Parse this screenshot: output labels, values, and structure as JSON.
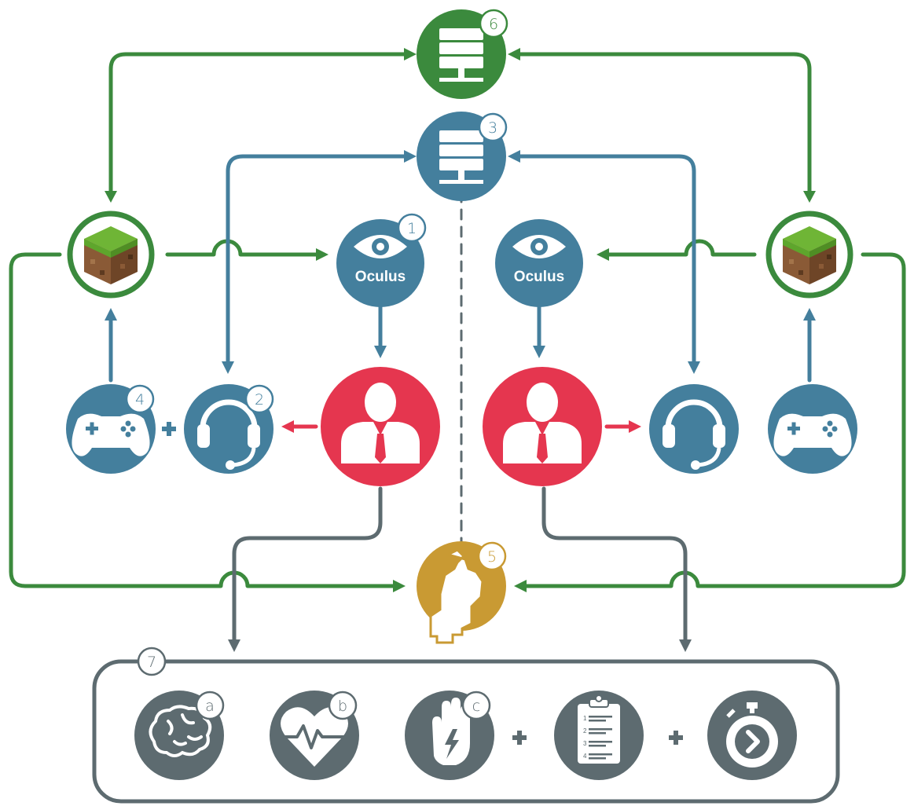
{
  "colors": {
    "blue": "#447f9d",
    "green": "#3b8a3d",
    "red": "#e5364f",
    "gold": "#c99a33",
    "gray": "#5d6b70"
  },
  "badges": {
    "oculus": "1",
    "headset": "2",
    "voice_server": "3",
    "controller": "4",
    "minecraft_recorder": "5",
    "game_server": "6",
    "measurements": "7",
    "eeg": "a",
    "heart_rate": "b",
    "gsr": "c"
  },
  "labels": {
    "oculus_left": "Oculus",
    "oculus_right": "Oculus"
  },
  "list_numbers": [
    "1",
    "2",
    "3",
    "4"
  ],
  "icons": {
    "game_server": "server-icon",
    "voice_server": "server-icon",
    "minecraft": "grass-block-icon",
    "oculus": "eye-icon",
    "participant": "person-icon",
    "headset": "headset-icon",
    "controller": "gamepad-icon",
    "recorder": "statue-icon",
    "eeg": "brain-icon",
    "heart_rate": "heart-pulse-icon",
    "gsr": "hand-lightning-icon",
    "questionnaire": "clipboard-icon",
    "timer": "stopwatch-icon"
  }
}
